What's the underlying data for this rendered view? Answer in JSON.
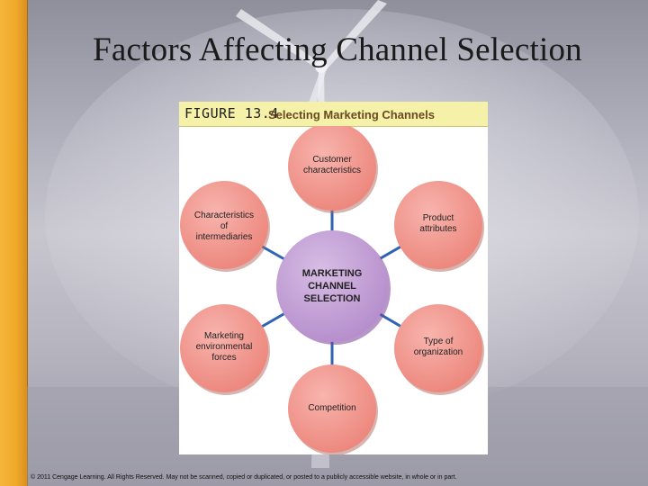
{
  "slide": {
    "title": "Factors Affecting Channel Selection",
    "footer": "© 2011 Cengage Learning. All Rights Reserved. May not be scanned, copied or duplicated, or posted to a publicly accessible website, in whole or in part."
  },
  "figure": {
    "number": "FIGURE 13.4",
    "caption": "Selecting Marketing Channels",
    "center": {
      "line1": "MARKETING",
      "line2": "CHANNEL",
      "line3": "SELECTION"
    },
    "nodes": {
      "customer": {
        "line1": "Customer",
        "line2": "characteristics"
      },
      "product": {
        "line1": "Product",
        "line2": "attributes"
      },
      "organization": {
        "line1": "Type of",
        "line2": "organization"
      },
      "competition": {
        "line1": "Competition"
      },
      "environment": {
        "line1": "Marketing",
        "line2": "environmental",
        "line3": "forces"
      },
      "intermediaries": {
        "line1": "Characteristics",
        "line2": "of",
        "line3": "intermediaries"
      }
    },
    "colors": {
      "node_fill": "#f2988f",
      "center_fill": "#c4a3d6",
      "connector": "#2f63b5",
      "header_bg": "#f5f1a8"
    }
  }
}
